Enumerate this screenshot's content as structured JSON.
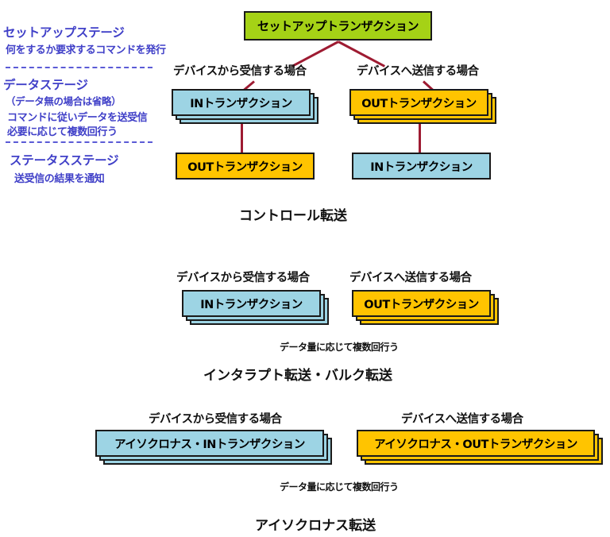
{
  "legend": {
    "stages": [
      {
        "title": "セットアップステージ",
        "desc": [
          "何をするか要求するコマンドを発行"
        ]
      },
      {
        "title": "データステージ",
        "desc": [
          "（データ無の場合は省略）",
          "コマンドに従いデータを送受信",
          "必要に応じて複数回行う"
        ]
      },
      {
        "title": "ステータスステージ",
        "desc": [
          "送受信の結果を通知"
        ]
      }
    ],
    "accent_color": "#4040C8",
    "divider_color": "#5B5BD6"
  },
  "colors": {
    "green": "#A5D216",
    "blue": "#9DD4E4",
    "orange": "#FFC400",
    "connector": "#9E1B32",
    "outline": "#1a1a1a"
  },
  "sections": [
    {
      "id": "control",
      "title": "コントロール転送",
      "setup_box": {
        "label": "セットアップトランザクション",
        "color": "green"
      },
      "branches": [
        {
          "caption": "デバイスから受信する場合",
          "data_box": {
            "label": "INトランザクション",
            "color": "blue",
            "stacked": true
          },
          "status_box": {
            "label": "OUTトランザクション",
            "color": "orange",
            "stacked": false
          }
        },
        {
          "caption": "デバイスへ送信する場合",
          "data_box": {
            "label": "OUTトランザクション",
            "color": "orange",
            "stacked": true
          },
          "status_box": {
            "label": "INトランザクション",
            "color": "blue",
            "stacked": false
          }
        }
      ]
    },
    {
      "id": "interrupt-bulk",
      "title": "インタラプト転送・バルク転送",
      "note": "データ量に応じて複数回行う",
      "branches": [
        {
          "caption": "デバイスから受信する場合",
          "data_box": {
            "label": "INトランザクション",
            "color": "blue",
            "stacked": true
          }
        },
        {
          "caption": "デバイスへ送信する場合",
          "data_box": {
            "label": "OUTトランザクション",
            "color": "orange",
            "stacked": true
          }
        }
      ]
    },
    {
      "id": "isochronous",
      "title": "アイソクロナス転送",
      "note": "データ量に応じて複数回行う",
      "branches": [
        {
          "caption": "デバイスから受信する場合",
          "data_box": {
            "label": "アイソクロナス・INトランザクション",
            "color": "blue",
            "stacked": true
          }
        },
        {
          "caption": "デバイスへ送信する場合",
          "data_box": {
            "label": "アイソクロナス・OUTトランザクション",
            "color": "orange",
            "stacked": true
          }
        }
      ]
    }
  ]
}
